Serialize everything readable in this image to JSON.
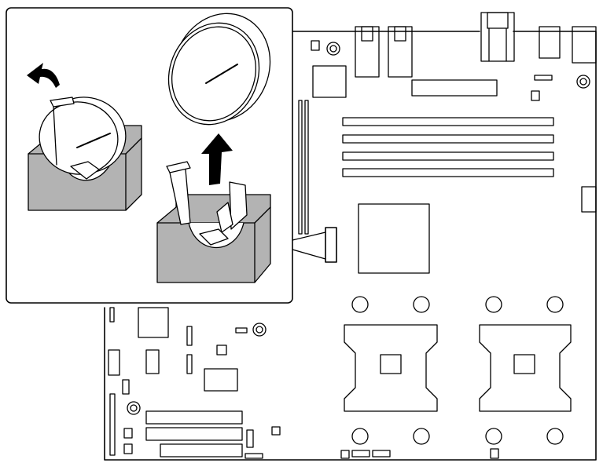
{
  "figure": {
    "description_text": "",
    "components": {
      "board": "motherboard-outline",
      "callout": "battery-removal-callout",
      "battery": "coin-cell-battery-icon",
      "holder": "battery-holder",
      "clip": "release-clip",
      "arrow_rotate": "rotate-arrow-icon",
      "arrow_up": "lift-arrow-icon",
      "sockets": "cpu-socket",
      "dimms": "dimm-slot"
    },
    "colors": {
      "line": "#000000",
      "holder_fill": "#b3b3b3",
      "background": "#ffffff"
    }
  }
}
